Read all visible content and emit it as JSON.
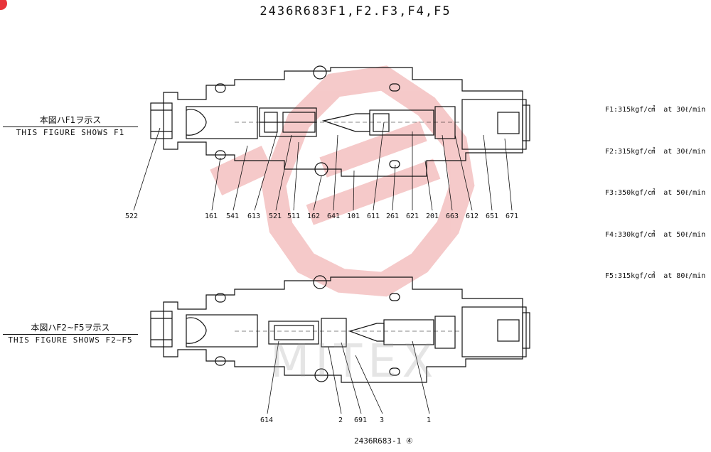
{
  "title": "2436R683F1,F2.F3,F4,F5",
  "captions": {
    "top": {
      "jp": "本図ハF1ヲ示ス",
      "en": "THIS FIGURE SHOWS F1"
    },
    "bottom": {
      "jp": "本図ハF2~F5ヲ示ス",
      "en": "THIS FIGURE SHOWS F2~F5"
    }
  },
  "specs": [
    "F1:315kgf/㎠  at 30ℓ/min",
    "F2:315kgf/㎠  at 30ℓ/min",
    "F3:350kgf/㎠  at 50ℓ/min",
    "F4:330kgf/㎠  at 50ℓ/min",
    "F5:315kgf/㎠  at 80ℓ/min"
  ],
  "top_part_labels": [
    "522",
    "161",
    "541",
    "613",
    "521",
    "511",
    "162",
    "641",
    "101",
    "611",
    "261",
    "621",
    "201",
    "663",
    "612",
    "651",
    "671"
  ],
  "bottom_part_labels": [
    "614",
    "2",
    "691",
    "3",
    "1"
  ],
  "footer": "2436R683-1 ④",
  "watermark": "MITEX",
  "colors": {
    "ink": "#111111",
    "watermark_red": "#f2b8b8"
  }
}
